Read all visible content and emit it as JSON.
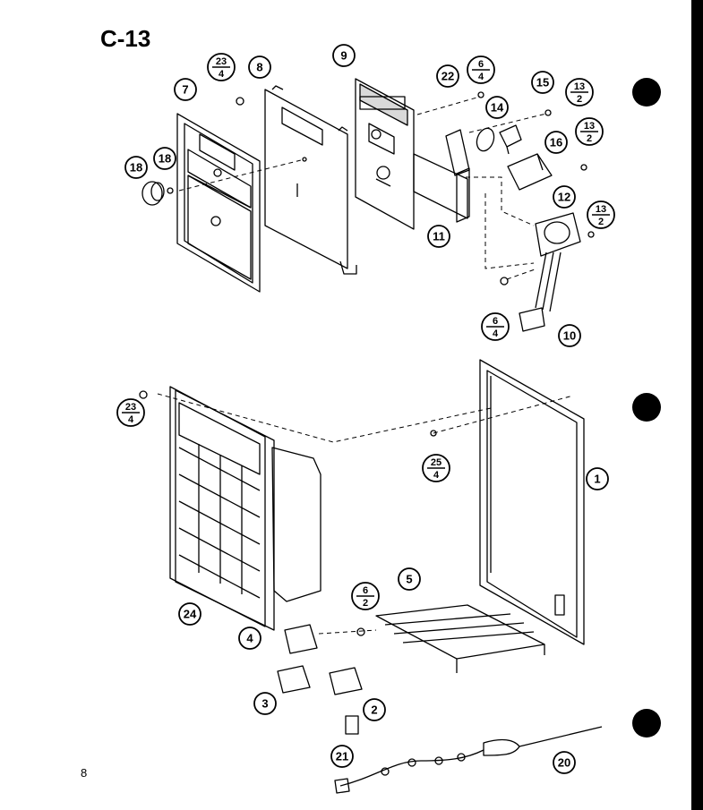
{
  "title": "C-13",
  "page_number": "8",
  "callouts": [
    {
      "id": "c7",
      "label": "7"
    },
    {
      "id": "c8",
      "label": "8"
    },
    {
      "id": "c9",
      "label": "9"
    },
    {
      "id": "c22",
      "label": "22"
    },
    {
      "id": "c14",
      "label": "14"
    },
    {
      "id": "c15",
      "label": "15"
    },
    {
      "id": "c16",
      "label": "16"
    },
    {
      "id": "c12",
      "label": "12"
    },
    {
      "id": "c11",
      "label": "11"
    },
    {
      "id": "c10",
      "label": "10"
    },
    {
      "id": "c18a",
      "label": "18"
    },
    {
      "id": "c18b",
      "label": "18"
    },
    {
      "id": "c1",
      "label": "1"
    },
    {
      "id": "c24",
      "label": "24"
    },
    {
      "id": "c5",
      "label": "5"
    },
    {
      "id": "c4",
      "label": "4"
    },
    {
      "id": "c3",
      "label": "3"
    },
    {
      "id": "c2",
      "label": "2"
    },
    {
      "id": "c21",
      "label": "21"
    },
    {
      "id": "c20",
      "label": "20"
    }
  ],
  "fraction_callouts": [
    {
      "id": "f23a",
      "top": "23",
      "bottom": "4"
    },
    {
      "id": "f64a",
      "top": "6",
      "bottom": "4"
    },
    {
      "id": "f132a",
      "top": "13",
      "bottom": "2"
    },
    {
      "id": "f132b",
      "top": "13",
      "bottom": "2"
    },
    {
      "id": "f132c",
      "top": "13",
      "bottom": "2"
    },
    {
      "id": "f64b",
      "top": "6",
      "bottom": "4"
    },
    {
      "id": "f23b",
      "top": "23",
      "bottom": "4"
    },
    {
      "id": "f254",
      "top": "25",
      "bottom": "4"
    },
    {
      "id": "f62",
      "top": "6",
      "bottom": "2"
    }
  ]
}
